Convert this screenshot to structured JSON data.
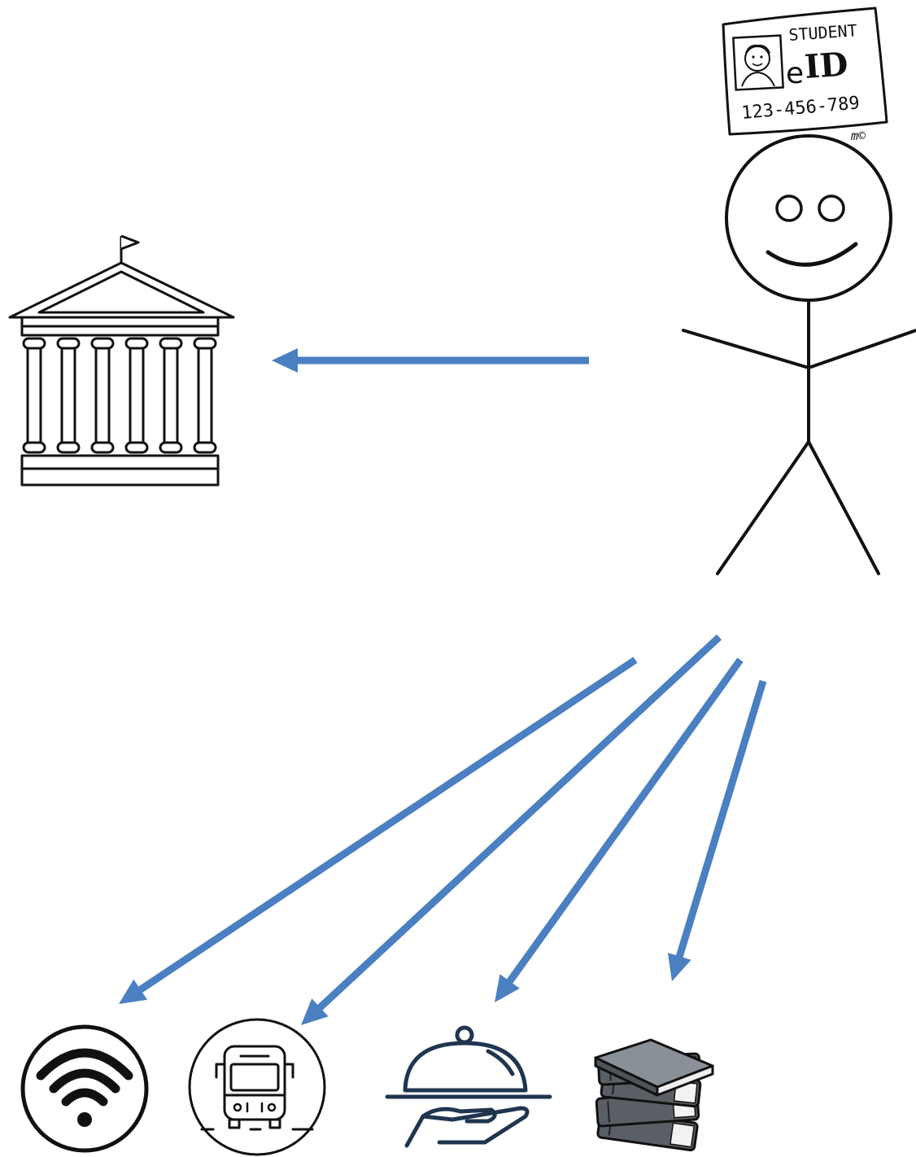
{
  "colors": {
    "arrow": "#4a7fc1",
    "stroke": "#111111",
    "icon_navy": "#1f3550",
    "background": "#ffffff"
  },
  "id_card": {
    "label_top": "STUDENT",
    "label_e": "e",
    "label_id": "ID",
    "number": "123-456-789",
    "mark": "m©"
  },
  "nodes": {
    "person": {
      "icon": "stick-figure-icon"
    },
    "institution": {
      "icon": "university-building-icon"
    },
    "services": [
      {
        "icon": "wifi-icon"
      },
      {
        "icon": "bus-icon"
      },
      {
        "icon": "food-cloche-icon"
      },
      {
        "icon": "books-icon"
      }
    ]
  },
  "edges": [
    {
      "from": "person",
      "to": "institution"
    },
    {
      "from": "person",
      "to": "wifi-icon"
    },
    {
      "from": "person",
      "to": "bus-icon"
    },
    {
      "from": "person",
      "to": "food-cloche-icon"
    },
    {
      "from": "person",
      "to": "books-icon"
    }
  ]
}
